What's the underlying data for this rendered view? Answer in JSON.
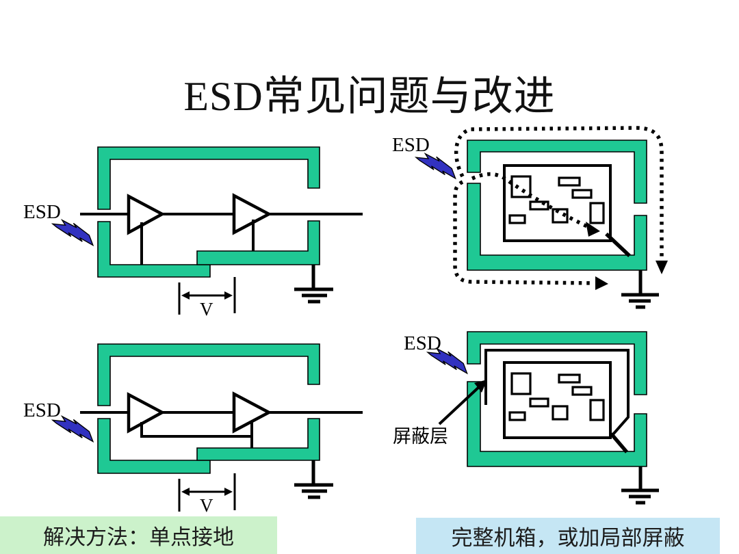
{
  "slide": {
    "title": "ESD常见问题与改进"
  },
  "labels": {
    "esd": "ESD",
    "voltage": "V",
    "shield_layer": "屏蔽层"
  },
  "captions": {
    "left": "解决方法：单点接地",
    "right": "完整机箱，或加局部屏蔽"
  },
  "icons": {
    "lightning": "esd-lightning-icon",
    "ground": "earth-ground-icon",
    "amplifier": "amplifier-triangle-icon"
  },
  "colors": {
    "chassis_green": "#1fc894",
    "lightning_blue": "#3232c0",
    "caption_left_bg": "#ccf2cb",
    "caption_right_bg": "#c5e6f4",
    "ink": "#000000",
    "background": "#ffffff"
  }
}
